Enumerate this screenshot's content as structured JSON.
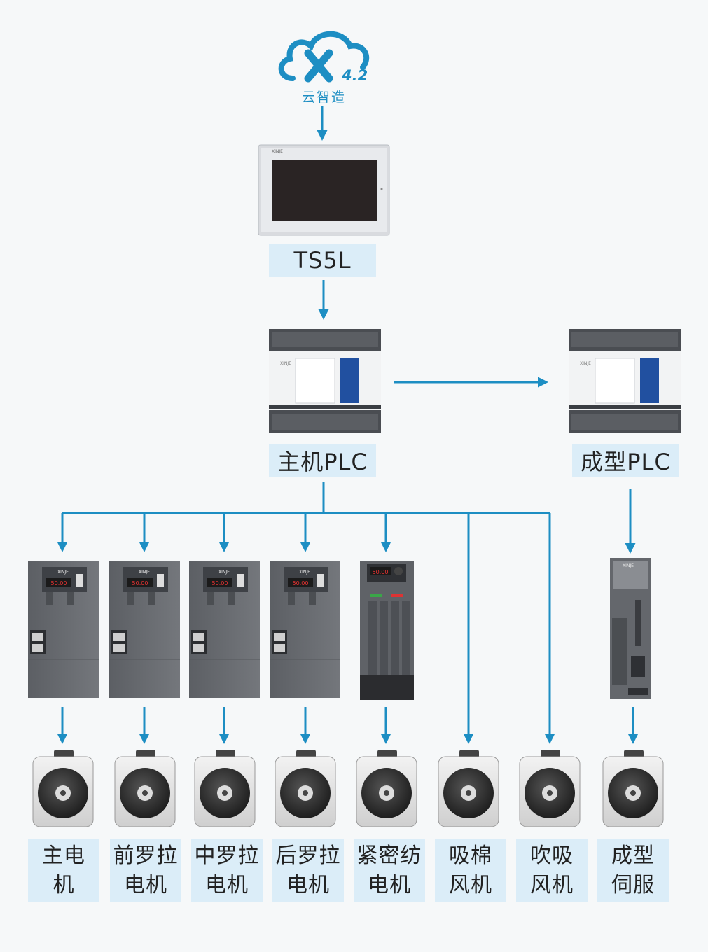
{
  "cloud": {
    "text": "云智造",
    "version": "4.2"
  },
  "hmi": {
    "label": "TS5L",
    "brand": "XINJE"
  },
  "main_plc": {
    "label": "主机PLC",
    "brand": "XINJE"
  },
  "forming_plc": {
    "label": "成型PLC",
    "brand": "XINJE"
  },
  "drives": [
    {
      "brand": "XINJE",
      "display": "50.00"
    },
    {
      "brand": "XINJE",
      "display": "50.00"
    },
    {
      "brand": "XINJE",
      "display": "50.00"
    },
    {
      "brand": "XINJE",
      "display": "50.00"
    },
    {
      "display": "50.00"
    }
  ],
  "servo_drive": {
    "brand": "XINJE"
  },
  "motors": [
    {
      "line1": "主电",
      "line2": "机"
    },
    {
      "line1": "前罗拉",
      "line2": "电机"
    },
    {
      "line1": "中罗拉",
      "line2": "电机"
    },
    {
      "line1": "后罗拉",
      "line2": "电机"
    },
    {
      "line1": "紧密纺",
      "line2": "电机"
    },
    {
      "line1": "吸棉",
      "line2": "风机"
    },
    {
      "line1": "吹吸",
      "line2": "风机"
    },
    {
      "line1": "成型",
      "line2": "伺服"
    }
  ],
  "colors": {
    "arrow": "#1d8ec3",
    "label_bg": "#dbedf8",
    "device_gray": "#6b6e73"
  }
}
